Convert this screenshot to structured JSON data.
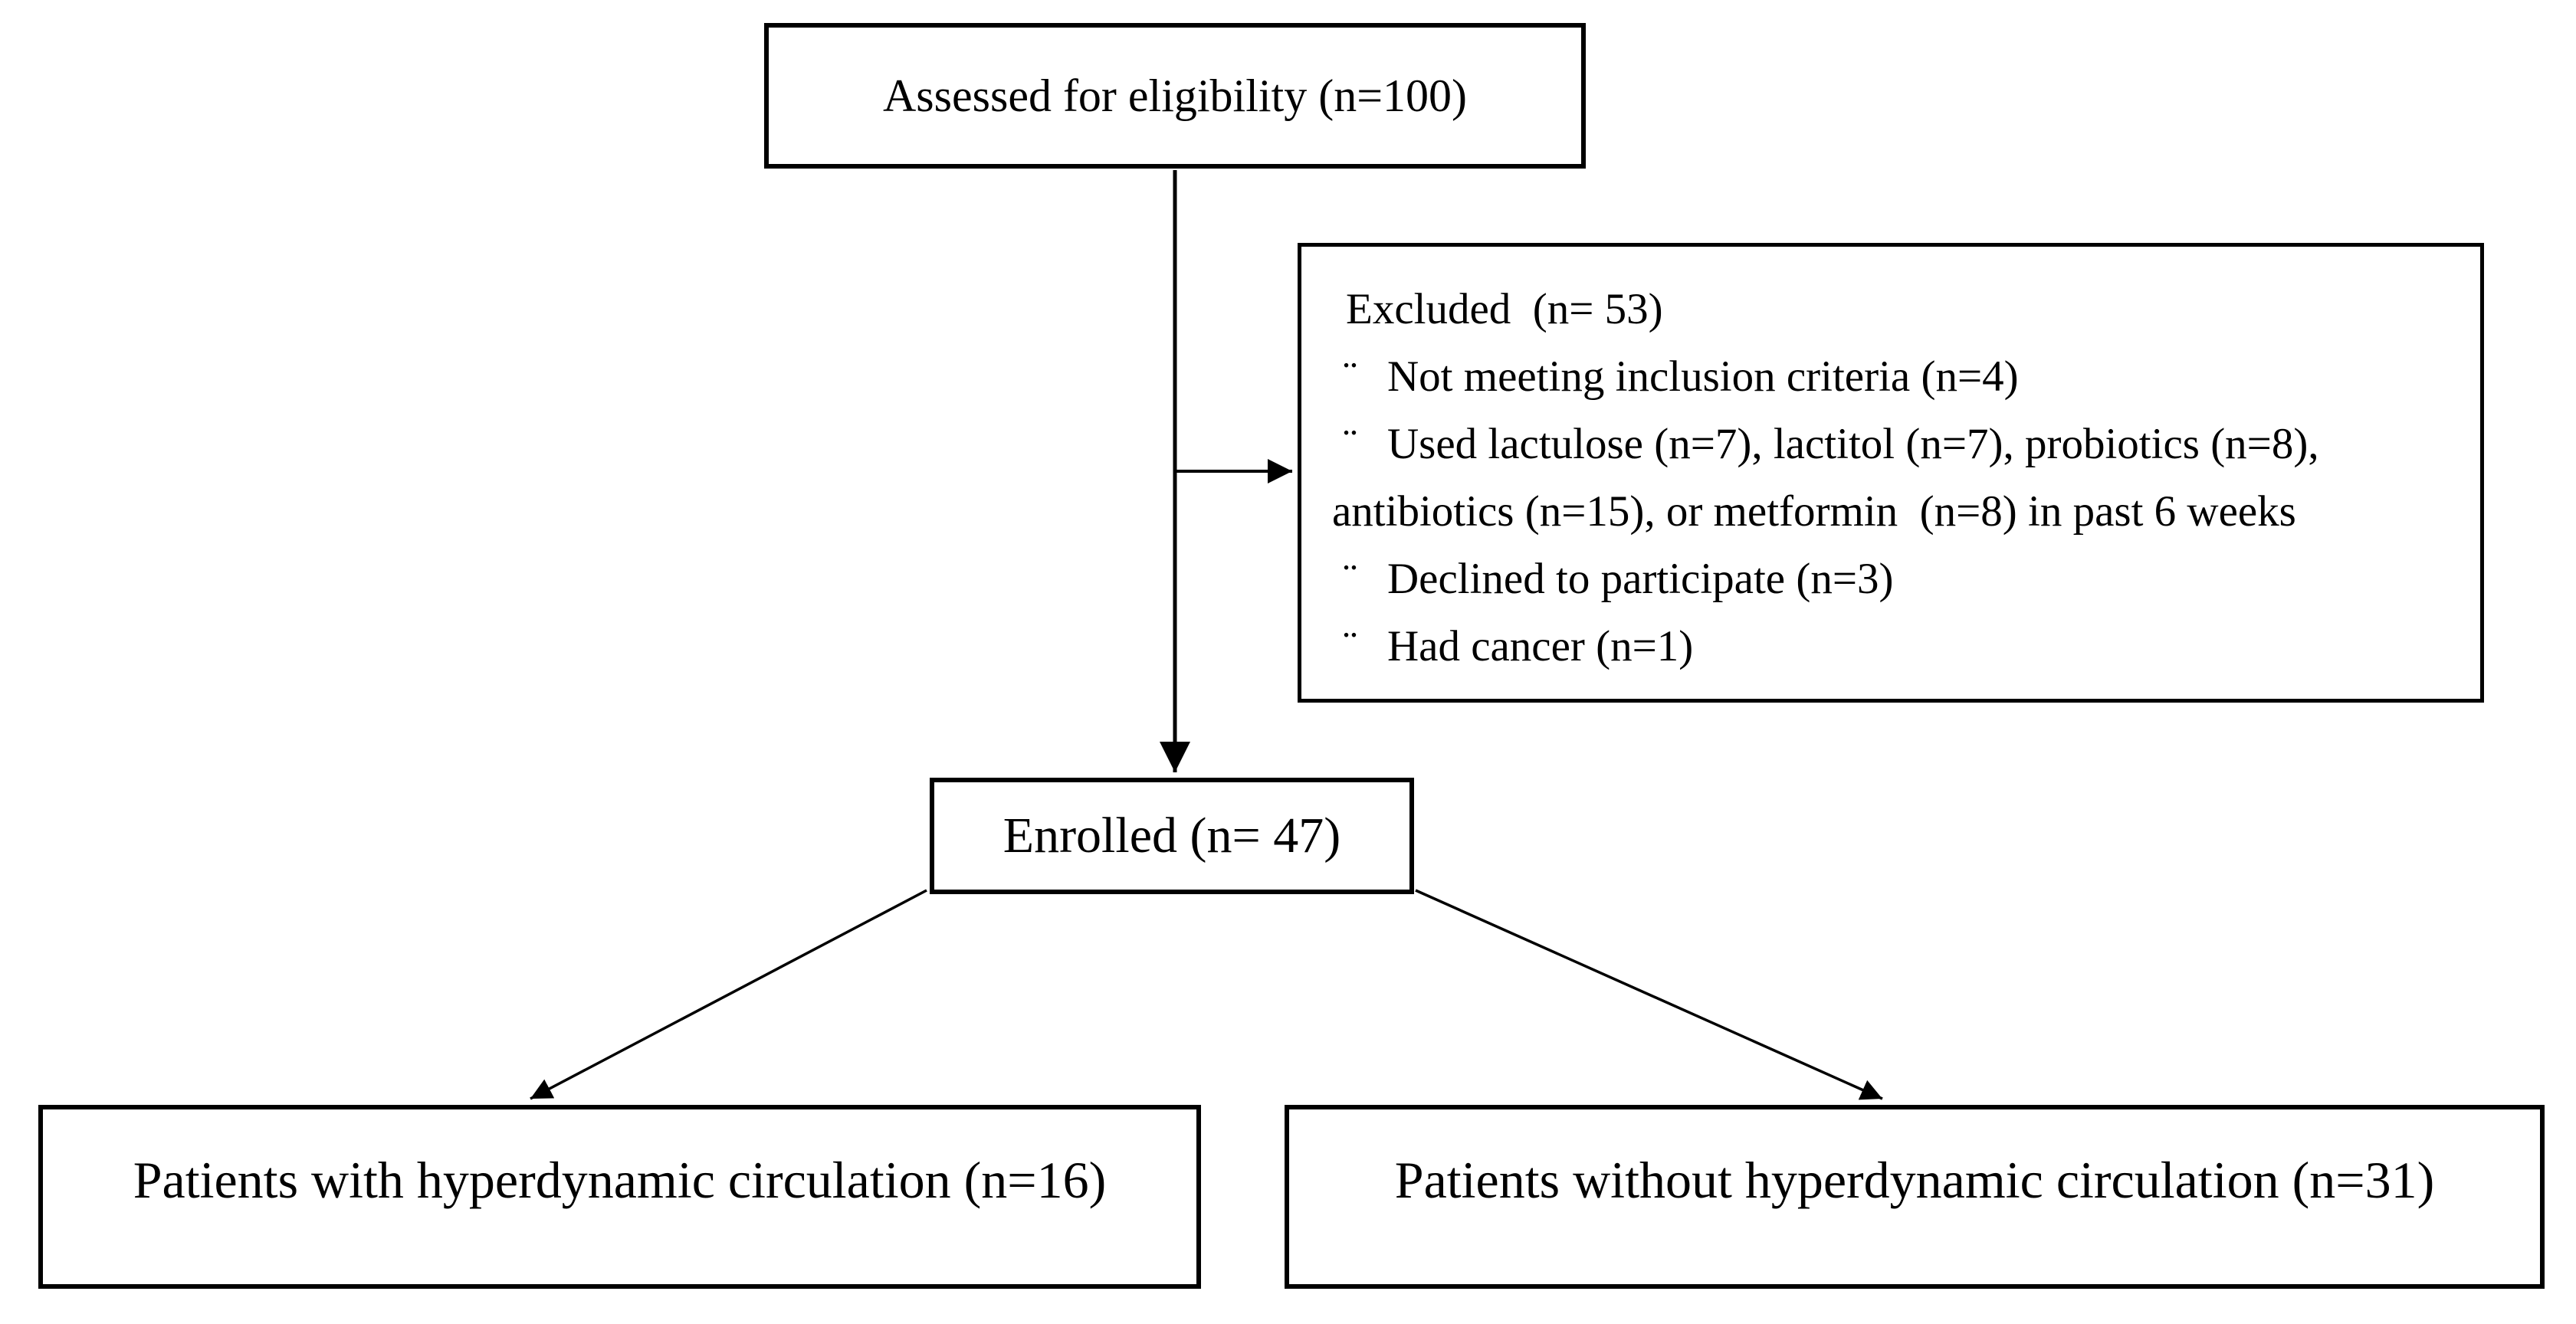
{
  "colors": {
    "ink": "#000000",
    "background": "#ffffff"
  },
  "diagram": {
    "type": "patient-flow-diagram",
    "assessed": {
      "label": "Assessed for eligibility (n=100)"
    },
    "excluded": {
      "title": "Excluded  (n= 53)",
      "bullet_char": "¨",
      "items": [
        {
          "text": "Not meeting inclusion criteria (n=4)",
          "continuation": false
        },
        {
          "text": "Used lactulose (n=7), lactitol (n=7), probiotics (n=8),",
          "continuation": false
        },
        {
          "text": "antibiotics (n=15), or metformin  (n=8) in past 6 weeks",
          "continuation": true
        },
        {
          "text": "Declined to participate (n=3)",
          "continuation": false
        },
        {
          "text": "Had cancer (n=1)",
          "continuation": false
        }
      ]
    },
    "enrolled": {
      "label": "Enrolled (n= 47)"
    },
    "with_hyperdynamic": {
      "label": "Patients with hyperdynamic circulation (n=16)"
    },
    "without_hyperdynamic": {
      "label": "Patients without hyperdynamic circulation (n=31)"
    }
  }
}
